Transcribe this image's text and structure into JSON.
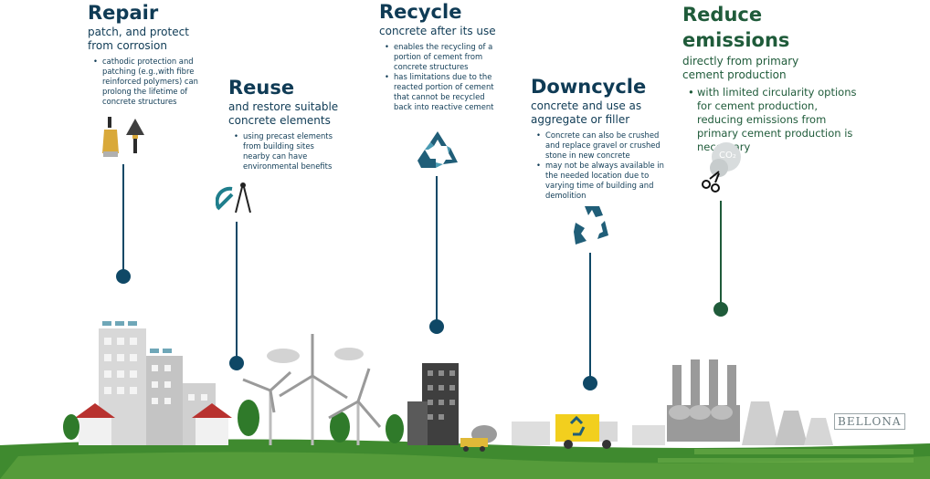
{
  "stages": {
    "repair": {
      "title": "Repair",
      "subtitle": "patch, and protect from corrosion",
      "bullets": [
        "cathodic protection and patching (e.g.,with fibre reinforced polymers) can prolong the lifetime of concrete structures"
      ],
      "icon": "trowel-icon"
    },
    "reuse": {
      "title": "Reuse",
      "subtitle": "and restore suitable concrete elements",
      "bullets": [
        "using precast elements from building sites nearby can have environmental benefits"
      ],
      "icon": "drafting-tools-icon"
    },
    "recycle": {
      "title": "Recycle",
      "subtitle": "concrete after its use",
      "bullets": [
        "enables the recycling of a portion of cement from concrete structures",
        "has limitations due to the reacted portion of cement that cannot be recycled back into reactive cement"
      ],
      "icon": "recycle-icon"
    },
    "downcycle": {
      "title": "Downcycle",
      "subtitle": "concrete and use as aggregate or filler",
      "bullets": [
        "Concrete can also be crushed and replace gravel or crushed stone in new concrete",
        "may not be always available in the needed location due to varying time of building and demolition"
      ],
      "icon": "recycle-icon"
    },
    "reduce": {
      "title": "Reduce emissions",
      "subtitle": "directly from primary cement production",
      "bullets": [
        "with limited circularity options for cement production, reducing emissions from primary cement production is necessary"
      ],
      "icon": "co2-cut-icon",
      "icon_label": "CO₂"
    }
  },
  "watermark": "BELLONA",
  "colors": {
    "navy": "#0f4866",
    "green": "#1f5b3a",
    "grass": "#3f8a2f"
  }
}
